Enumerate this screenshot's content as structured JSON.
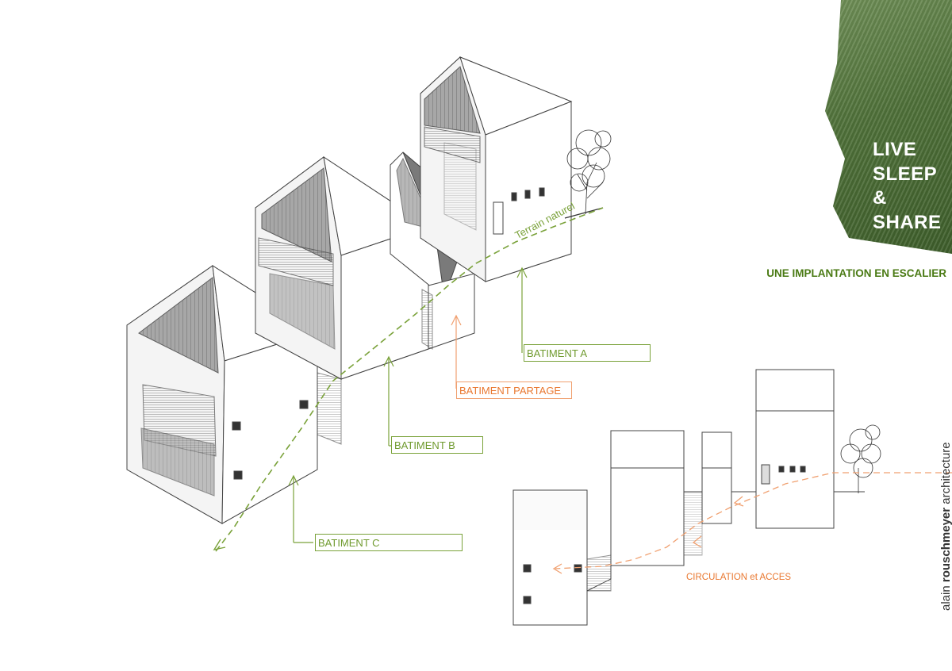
{
  "branding": {
    "tagline": [
      "LIVE",
      "SLEEP",
      "&",
      "SHARE"
    ],
    "subtitle": "UNE IMPLANTATION EN ESCALIER",
    "signature_prefix": "alain",
    "signature_name": "rouschmeyer",
    "signature_suffix": "architecture"
  },
  "labels": {
    "batiment_a": "BATIMENT A",
    "batiment_b": "BATIMENT B",
    "batiment_c": "BATIMENT C",
    "batiment_partage": "BATIMENT PARTAGE",
    "terrain": "Terrain naturel",
    "circulation": "CIRCULATION et ACCES"
  },
  "colors": {
    "accent_green": "#7aa23a",
    "accent_orange": "#e9772f",
    "brand_green": "#4f7139"
  }
}
